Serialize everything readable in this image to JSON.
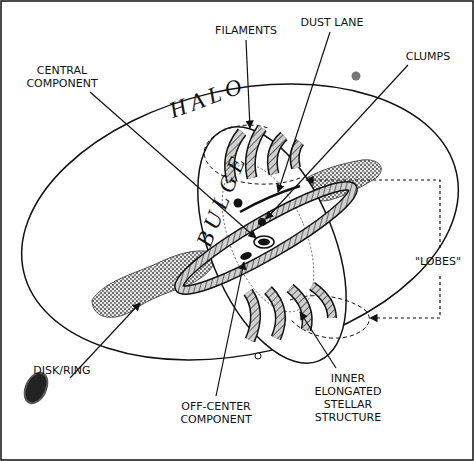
{
  "diagram": {
    "labels": [
      "FILAMENTS",
      "DUST LANE",
      "CENTRAL COMPONENT",
      "CLUMPS",
      "HALO",
      "BULGE",
      "\"LOBES\"",
      "DISK/RING",
      "OFF-CENTER COMPONENT",
      "INNER ELONGATED STELLAR STRUCTURE"
    ]
  }
}
